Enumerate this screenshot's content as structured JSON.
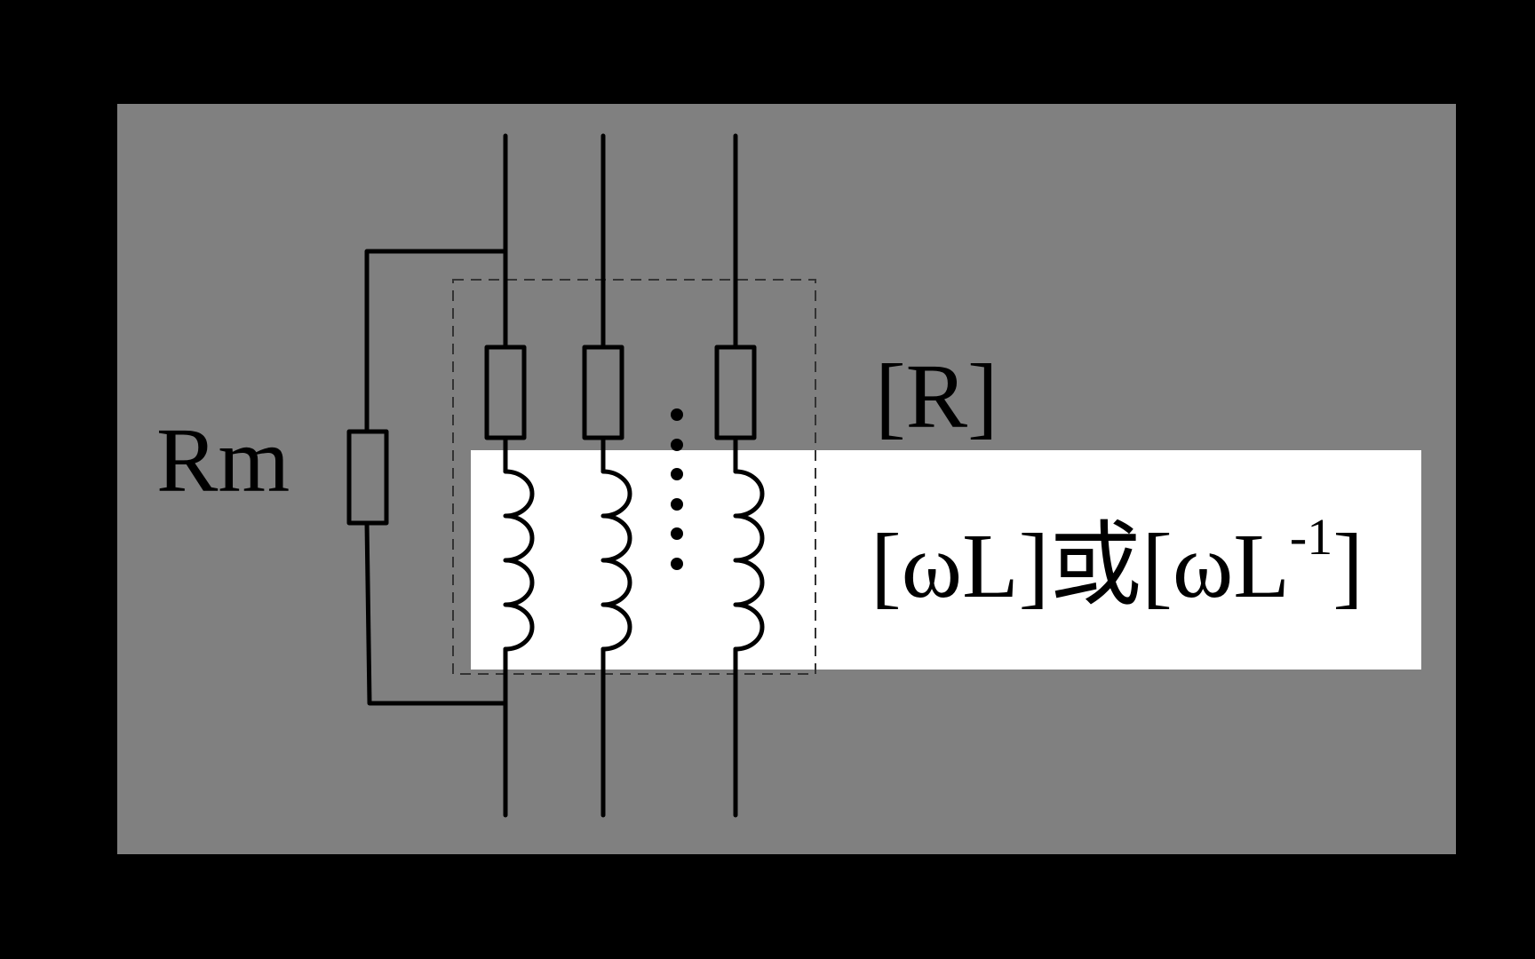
{
  "colors": {
    "outer_background": "#000000",
    "panel": "#808080",
    "highlight": "#ffffff",
    "stroke": "#000000"
  },
  "diagram": {
    "label_rm": "Rm",
    "label_r": "[R]",
    "label_inductance_prefix": "[ωL]或[ωL",
    "label_inductance_superscript": "-1",
    "label_inductance_suffix": "]"
  }
}
